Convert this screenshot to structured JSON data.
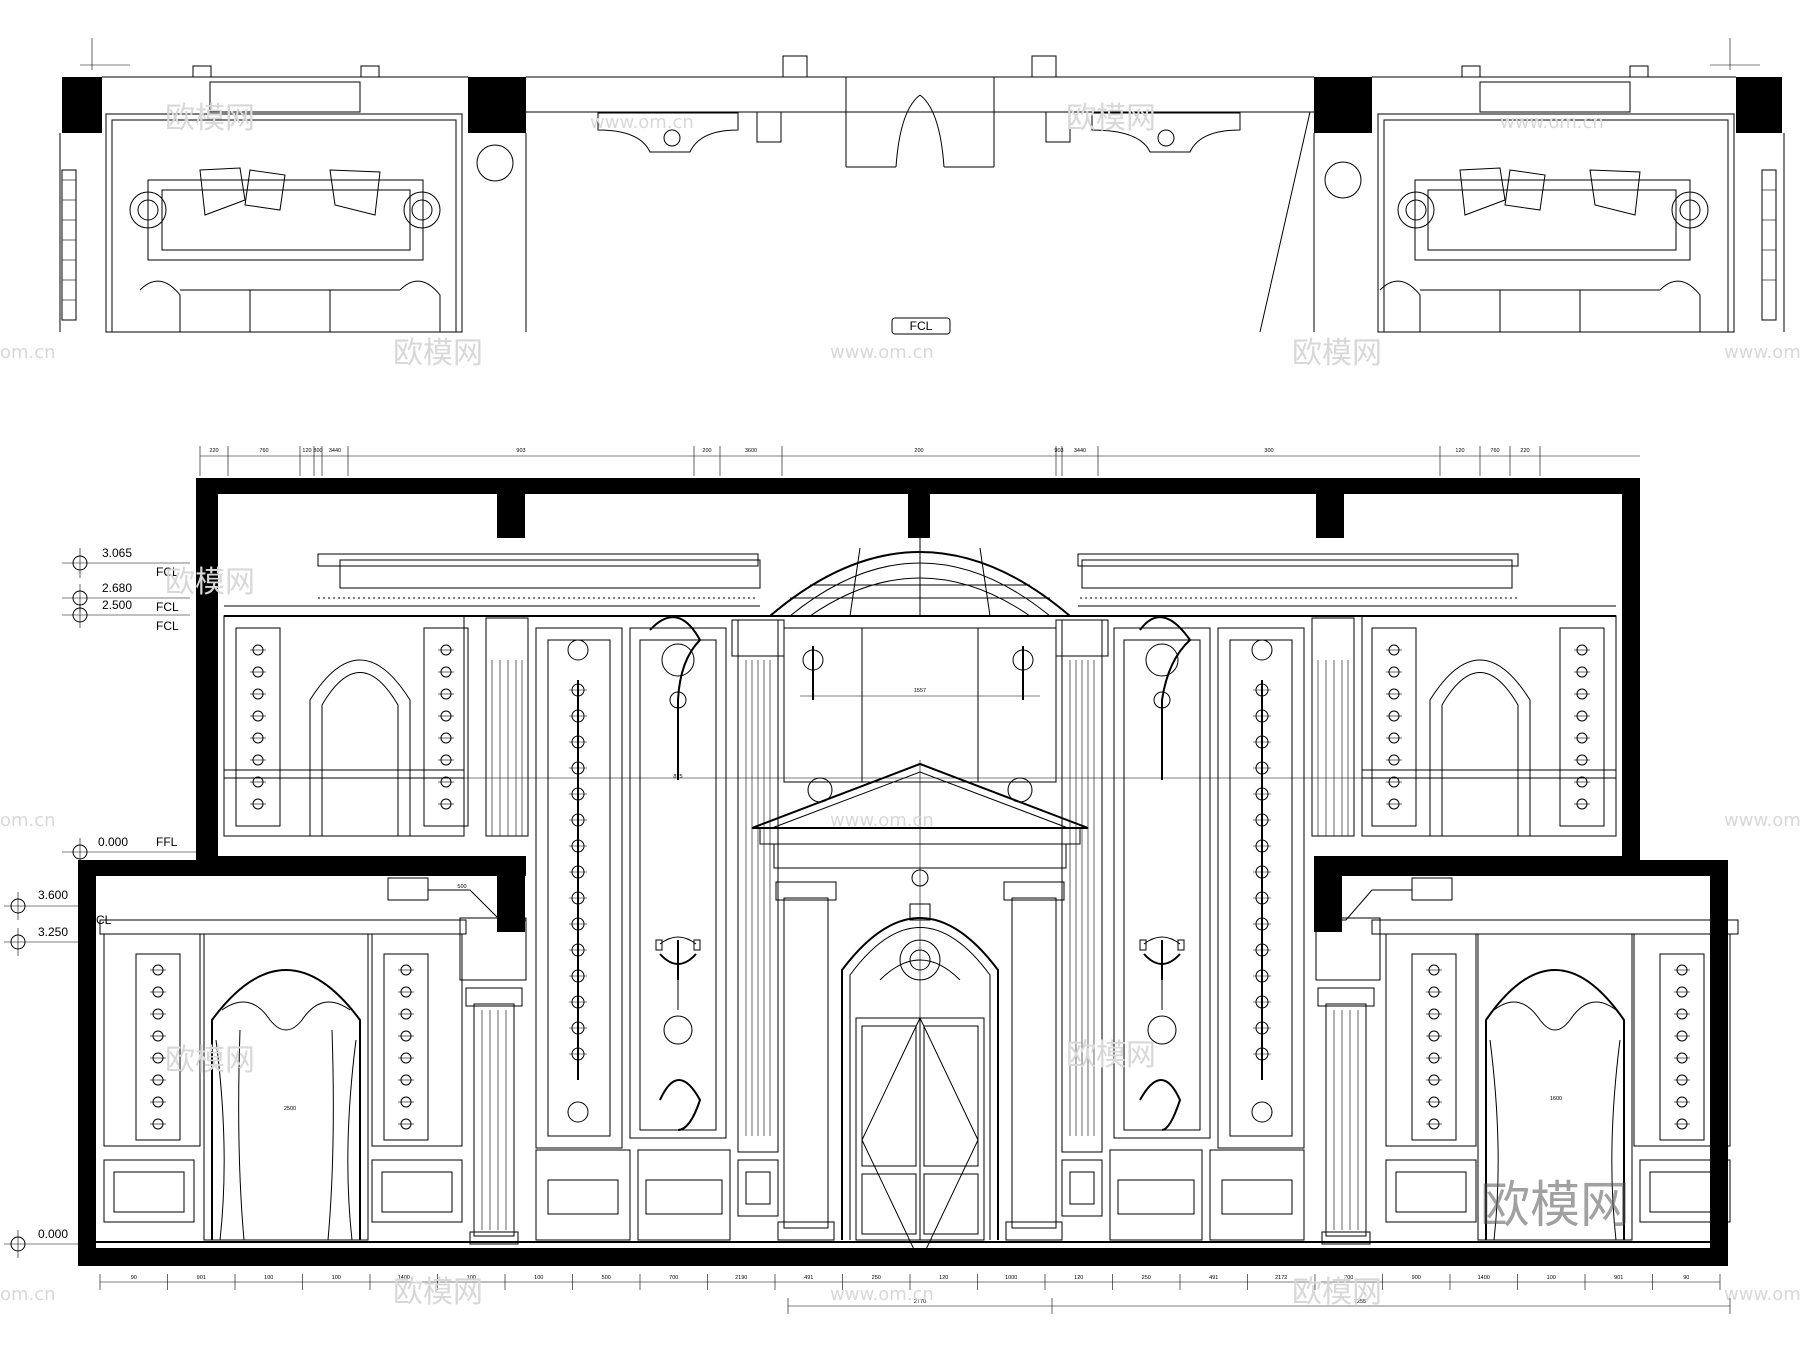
{
  "watermarks": {
    "brand": "欧模网",
    "url": "www.om.cn",
    "url_short": "om.cn"
  },
  "plan": {
    "center_tag": "FCL"
  },
  "level_markers": [
    {
      "value": "3.065",
      "code": "FCL"
    },
    {
      "value": "2.680",
      "code": "FCL"
    },
    {
      "value": "2.500",
      "code": "FCL"
    },
    {
      "value": "0.000",
      "code": "FFL"
    },
    {
      "value": "3.600",
      "code": ""
    },
    {
      "value": "3.250",
      "code": "CL"
    },
    {
      "value": "0.000",
      "code": ""
    }
  ],
  "top_dimensions": [
    "220",
    "760",
    "120",
    "300",
    "3440",
    "903",
    "200",
    "3600",
    "200",
    "903",
    "3440",
    "300",
    "120",
    "760",
    "220"
  ],
  "bottom_dimensions": [
    "90",
    "901",
    "100",
    "100",
    "1400",
    "100",
    "100",
    "500",
    "700",
    "2190",
    "491",
    "250",
    "120",
    "1000",
    "120",
    "250",
    "491",
    "2172",
    "700",
    "900",
    "1400",
    "100",
    "901",
    "90"
  ],
  "bottom_totals": [
    "2770",
    "7255"
  ],
  "inner_dimensions": [
    "1557",
    "875",
    "2500",
    "1600",
    "500"
  ]
}
